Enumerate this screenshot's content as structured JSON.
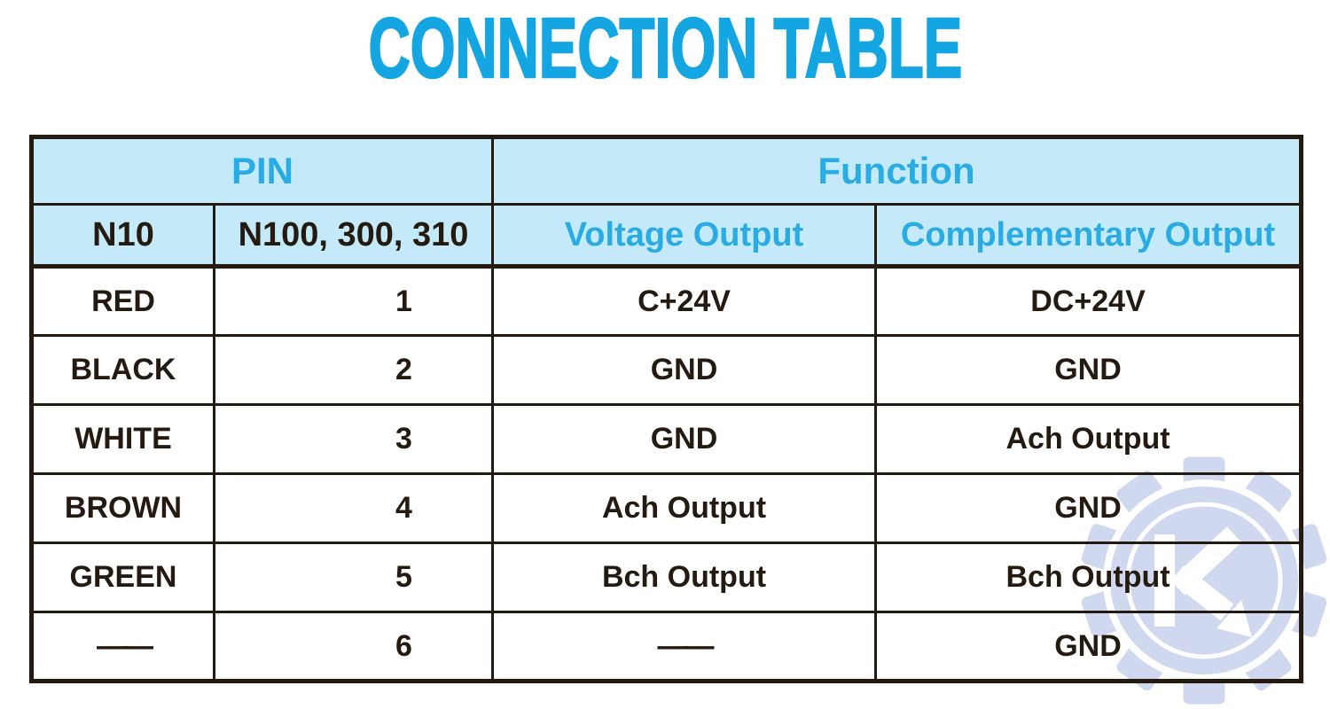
{
  "title": "CONNECTION TABLE",
  "table": {
    "group_headers": [
      {
        "label": "PIN",
        "span": 2
      },
      {
        "label": "Function",
        "span": 2
      }
    ],
    "sub_headers": [
      "N10",
      "N100, 300, 310",
      "Voltage Output",
      "Complementary Output"
    ],
    "rows": [
      [
        "RED",
        "1",
        "C+24V",
        "DC+24V"
      ],
      [
        "BLACK",
        "2",
        "GND",
        "GND"
      ],
      [
        "WHITE",
        "3",
        "GND",
        "Ach Output"
      ],
      [
        "BROWN",
        "4",
        "Ach Output",
        "GND"
      ],
      [
        "GREEN",
        "5",
        "Bch Output",
        "Bch Output"
      ],
      [
        "——",
        "6",
        "——",
        "GND"
      ]
    ]
  },
  "watermark": {
    "icon": "gear-with-k-arrow",
    "letter": "K"
  },
  "colors": {
    "title_cyan": "#14a6e3",
    "accent_cyan": "#29abe3",
    "header_bg": "#c4e9f9",
    "ink": "#241a10",
    "watermark_fill": "#cdd6ee"
  }
}
